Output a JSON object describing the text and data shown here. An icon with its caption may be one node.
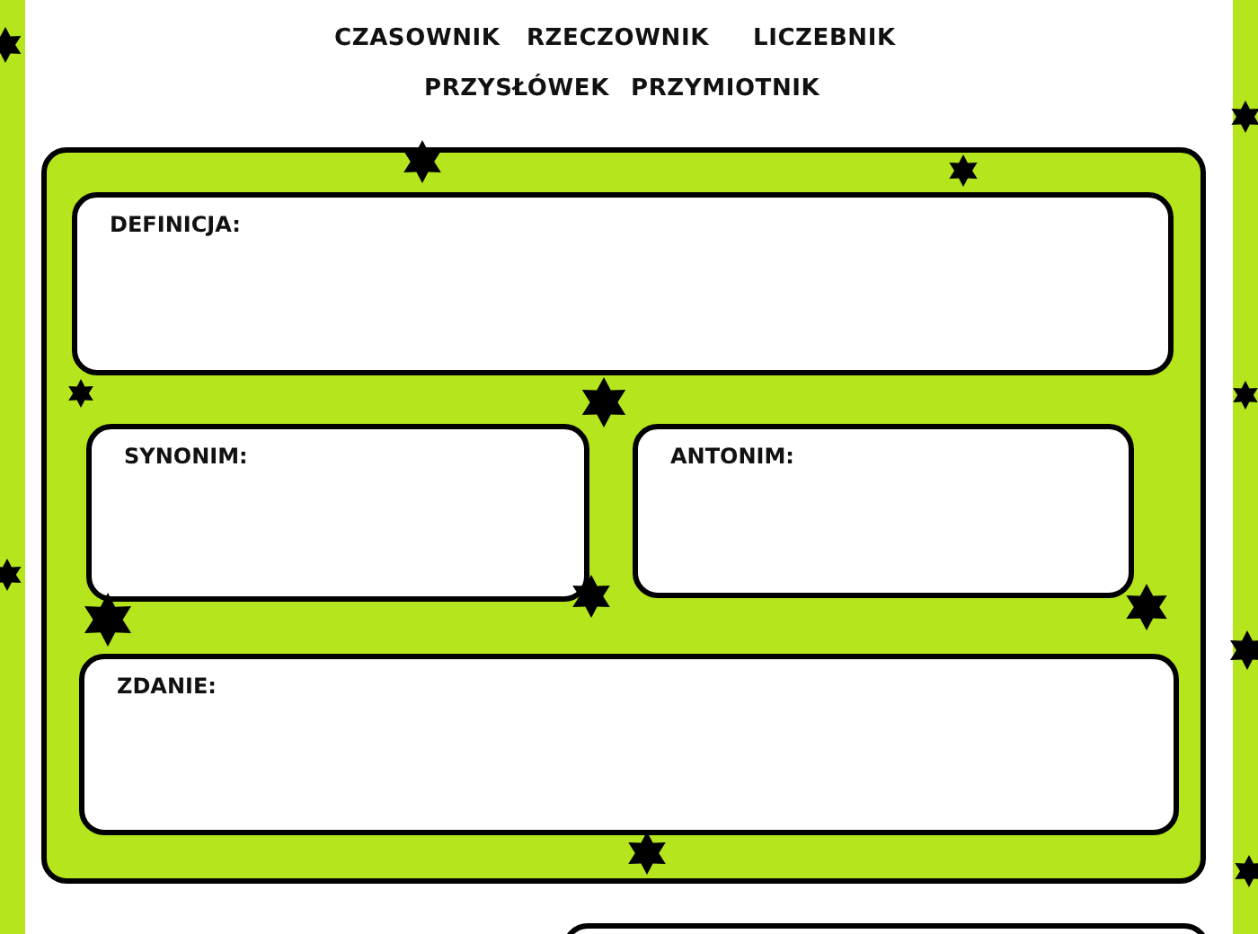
{
  "diagram": {
    "nodes": [
      {
        "text": [],
        "shape": "box"
      },
      {
        "text": [
          "DEFINICJA:"
        ],
        "in": 0
      },
      {
        "text": [
          "SYNONIM:"
        ],
        "in": 0
      },
      {
        "text": [
          "ANTONIM:"
        ],
        "in": 0
      },
      {
        "text": [
          "ZDANIE:"
        ],
        "in": 0
      },
      {
        "text": [],
        "shape": "box"
      }
    ],
    "edges": [],
    "labels": [
      "CZASOWNIK",
      "RZECZOWNIK",
      "LICZEBNIK",
      "PRZYSŁÓWEK",
      "PRZYMIOTNIK"
    ]
  }
}
